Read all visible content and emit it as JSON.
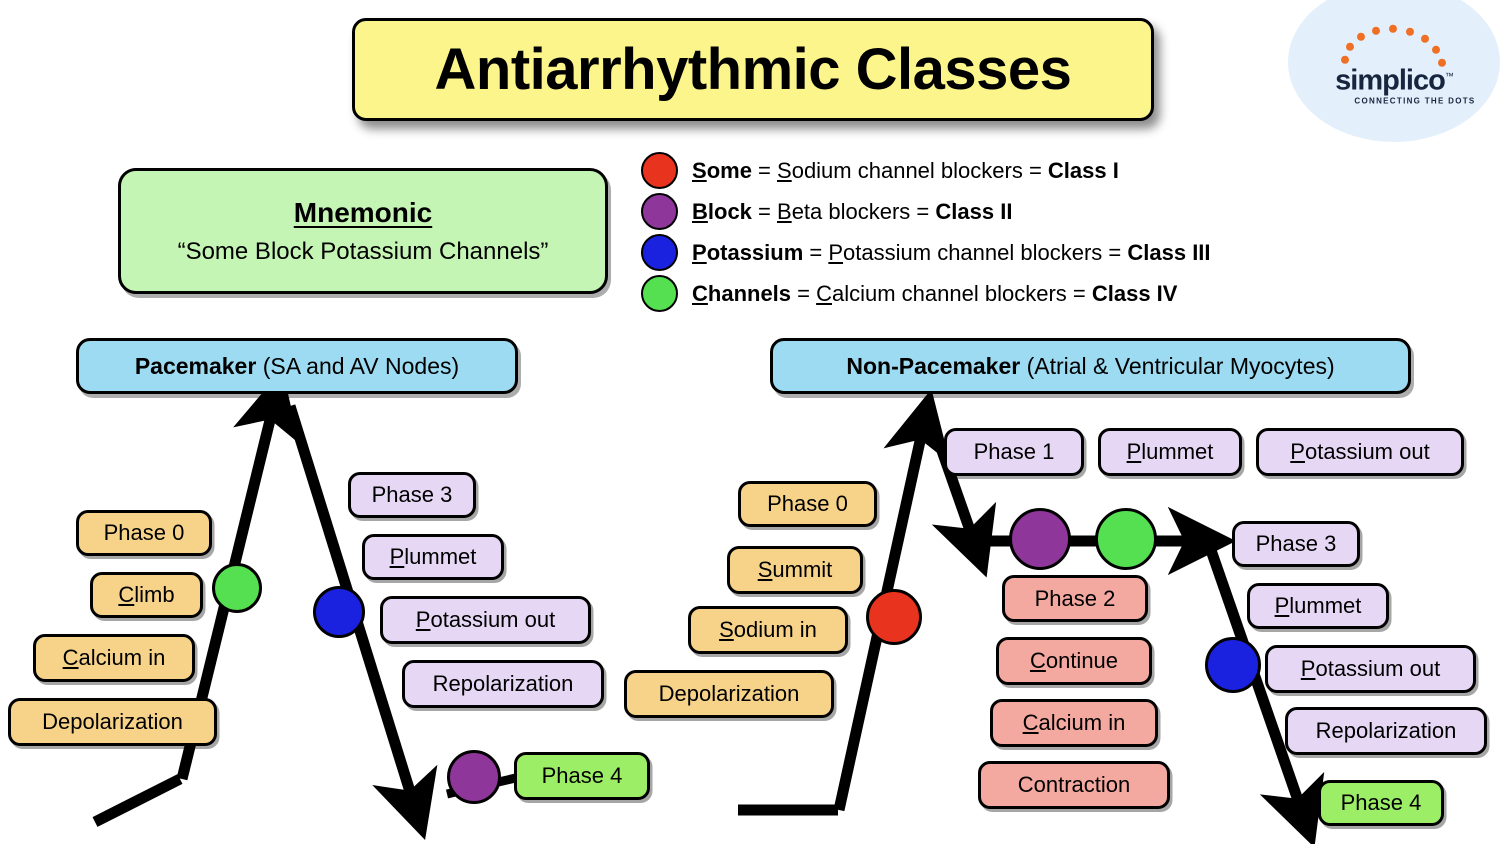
{
  "title": "Antiarrhythmic Classes",
  "logo": {
    "word": "simplico",
    "tm": "™",
    "tagline": "CONNECTING THE DOTS"
  },
  "mnemonic": {
    "heading": "Mnemonic",
    "phrase": "“Some Block Potassium Channels”"
  },
  "legend": {
    "items": [
      {
        "color": "#e8331f",
        "key_initial": "S",
        "key_rest": "ome",
        "eq1": " = ",
        "drug_initial": "S",
        "drug_rest": "odium channel blockers",
        "eq2": " = ",
        "class": "Class I"
      },
      {
        "color": "#8e3699",
        "key_initial": "B",
        "key_rest": "lock",
        "eq1": " = ",
        "drug_initial": "B",
        "drug_rest": "eta blockers",
        "eq2": " = ",
        "class": "Class II"
      },
      {
        "color": "#1a22e0",
        "key_initial": "P",
        "key_rest": "otassium",
        "eq1": " = ",
        "drug_initial": "P",
        "drug_rest": "otassium channel blockers",
        "eq2": " = ",
        "class": "Class III"
      },
      {
        "color": "#54e050",
        "key_initial": "C",
        "key_rest": "hannels",
        "eq1": " = ",
        "drug_initial": "C",
        "drug_rest": "alcium channel blockers",
        "eq2": " = ",
        "class": "Class IV"
      }
    ]
  },
  "pacemaker": {
    "header_bold": "Pacemaker",
    "header_rest": " (SA and AV Nodes)",
    "phase0": {
      "title": "Phase 0",
      "step_initial": "C",
      "step_rest": "limb",
      "ion_initial": "C",
      "ion_rest": "alcium in",
      "event": "Depolarization"
    },
    "phase3": {
      "title": "Phase 3",
      "step_initial": "P",
      "step_rest": "lummet",
      "ion_initial": "P",
      "ion_rest": "otassium out",
      "event": "Repolarization"
    },
    "phase4": "Phase 4"
  },
  "nonpacemaker": {
    "header_bold": "Non-Pacemaker",
    "header_rest": " (Atrial & Ventricular Myocytes)",
    "phase0": {
      "title": "Phase 0",
      "step_initial": "S",
      "step_rest": "ummit",
      "ion_initial": "S",
      "ion_rest": "odium in",
      "event": "Depolarization"
    },
    "phase1": {
      "title": "Phase 1",
      "step_initial": "P",
      "step_rest": "lummet",
      "ion_initial": "P",
      "ion_rest": "otassium out"
    },
    "phase2": {
      "title": "Phase 2",
      "step_initial": "C",
      "step_rest": "ontinue",
      "ion_initial": "C",
      "ion_rest": "alcium in",
      "event": "Contraction"
    },
    "phase3": {
      "title": "Phase 3",
      "step_initial": "P",
      "step_rest": "lummet",
      "ion_initial": "P",
      "ion_rest": "otassium out",
      "event": "Repolarization"
    },
    "phase4": "Phase 4"
  },
  "colors": {
    "title_bg": "#fbf58b",
    "mnemonic_bg": "#c5f5b5",
    "header_bg": "#9cdbf2",
    "phase0_bg": "#f7d38a",
    "phase1_bg": "#e6d8f5",
    "phase2_bg": "#f3a8a0",
    "phase3_bg": "#e6d8f5",
    "phase4_bg": "#9bee66",
    "class1_red": "#e8331f",
    "class2_purple": "#8e3699",
    "class3_blue": "#1a22e0",
    "class4_green": "#54e050"
  }
}
